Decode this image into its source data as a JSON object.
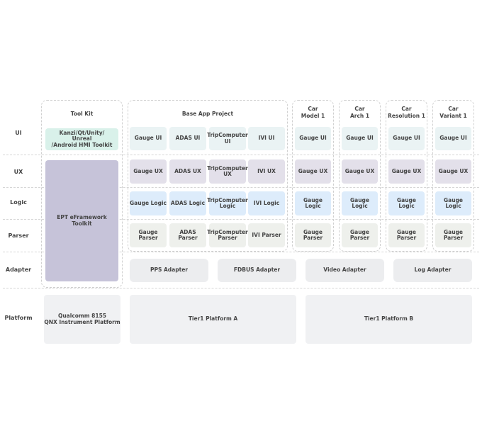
{
  "rows": [
    "UI",
    "UX",
    "Logic",
    "Parser",
    "Adapter",
    "Platform"
  ],
  "toolkit": {
    "title": "Tool Kit",
    "ui_box": "Kanzi/Qt/Unity/\nUnreal\n/Android HMI Toolkit",
    "framework_box": "EPT eFramework\nToolkit"
  },
  "base_app": {
    "title": "Base App Project",
    "ui": [
      "Gauge UI",
      "ADAS UI",
      "TripComputer\nUI",
      "IVI UI"
    ],
    "ux": [
      "Gauge UX",
      "ADAS UX",
      "TripComputer\nUX",
      "IVI UX"
    ],
    "logic": [
      "Gauge Logic",
      "ADAS Logic",
      "TripComputer\nLogic",
      "IVI Logic"
    ],
    "parser": [
      "Gauge Parser",
      "ADAS Parser",
      "TripComputer\nParser",
      "IVI Parser"
    ]
  },
  "car_columns": [
    {
      "title": "Car\nModel 1",
      "ui": "Gauge UI",
      "ux": "Gauge UX",
      "logic": "Gauge Logic",
      "parser": "Gauge Parser"
    },
    {
      "title": "Car\nArch 1",
      "ui": "Gauge UI",
      "ux": "Gauge UX",
      "logic": "Gauge Logic",
      "parser": "Gauge Parser"
    },
    {
      "title": "Car\nResolution 1",
      "ui": "Gauge UI",
      "ux": "Gauge UX",
      "logic": "Gauge Logic",
      "parser": "Gauge Parser"
    },
    {
      "title": "Car\nVariant 1",
      "ui": "Gauge UI",
      "ux": "Gauge UX",
      "logic": "Gauge Logic",
      "parser": "Gauge Parser"
    }
  ],
  "adapters": [
    "PPS Adapter",
    "FDBUS Adapter",
    "Video Adapter",
    "Log Adapter"
  ],
  "platforms": [
    "Qualcomm 8155\nQNX Instrument Platform",
    "Tier1 Platform A",
    "Tier1 Platform B"
  ]
}
